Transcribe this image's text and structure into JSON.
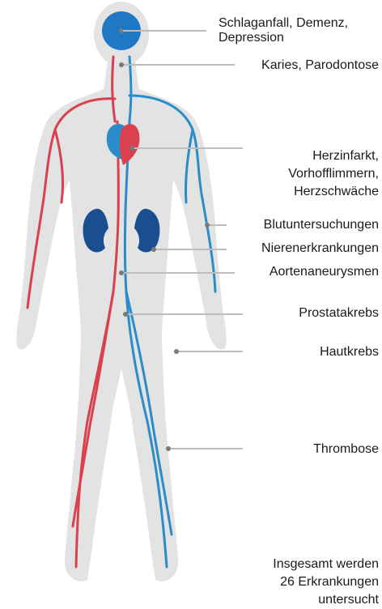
{
  "colors": {
    "body": "#e3e3e3",
    "artery": "#d9414f",
    "vein": "#2b8cc9",
    "brain": "#1f78c4",
    "kidney": "#1a4f8f",
    "leader_line": "#bdbdbd",
    "dot": "#7a7a7a"
  },
  "labels": {
    "stroke": [
      "Schlaganfall, Demenz,",
      "Depression"
    ],
    "dental": "Karies, Parodontose",
    "heart": [
      "Herzinfarkt,",
      "Vorhofflimmern,",
      "Herzschwäche"
    ],
    "blood": "Blutuntersuchungen",
    "kidney": "Nierenerkrankungen",
    "aorta": "Aortenaneurysmen",
    "prostate": "Prostatakrebs",
    "skin": "Hautkrebs",
    "thrombosis": "Thrombose"
  },
  "note": [
    "Insgesamt werden",
    "26 Erkrankungen",
    "untersucht"
  ]
}
